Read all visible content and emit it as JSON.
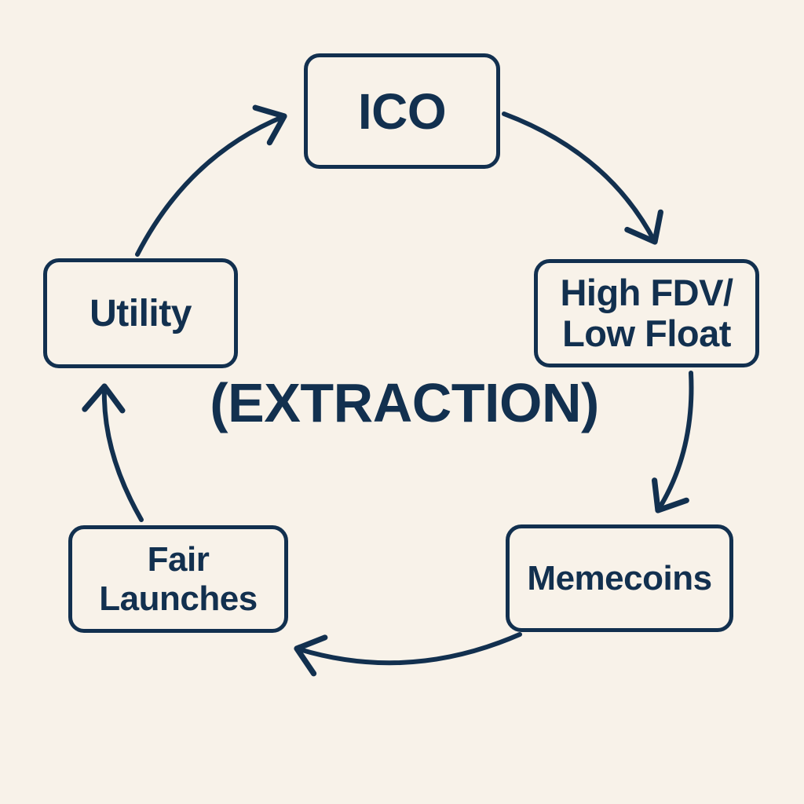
{
  "diagram": {
    "type": "cycle",
    "stroke_color": "#12304f",
    "background_color": "#f8f2e9",
    "center_label": "(EXTRACTION)",
    "nodes": [
      {
        "id": "ico",
        "lines": [
          "ICO"
        ]
      },
      {
        "id": "fdv",
        "lines": [
          "High FDV/",
          "Low Float"
        ]
      },
      {
        "id": "meme",
        "lines": [
          "Memecoins"
        ]
      },
      {
        "id": "fair",
        "lines": [
          "Fair",
          "Launches"
        ]
      },
      {
        "id": "util",
        "lines": [
          "Utility"
        ]
      }
    ],
    "edges": [
      {
        "from": "ico",
        "to": "fdv"
      },
      {
        "from": "fdv",
        "to": "meme"
      },
      {
        "from": "meme",
        "to": "fair"
      },
      {
        "from": "fair",
        "to": "util"
      },
      {
        "from": "util",
        "to": "ico"
      }
    ]
  }
}
